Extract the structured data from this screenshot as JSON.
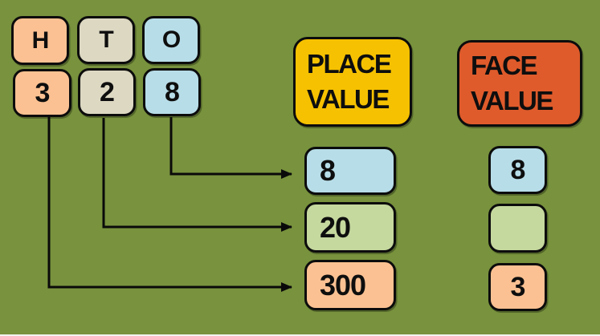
{
  "background_color": "#78923D",
  "digit_grid": {
    "columns": [
      {
        "header": "H",
        "digit": "3",
        "color": "#FBC192"
      },
      {
        "header": "T",
        "digit": "2",
        "color": "#DCD8C2"
      },
      {
        "header": "O",
        "digit": "8",
        "color": "#B7DDE8"
      }
    ]
  },
  "place_value": {
    "header": {
      "line1": "PLACE",
      "line2": "VALUE",
      "color": "#F6C100"
    },
    "boxes": [
      {
        "value": "8",
        "color": "#B7DDE8"
      },
      {
        "value": "20",
        "color": "#C5D89E"
      },
      {
        "value": "300",
        "color": "#FBC192"
      }
    ]
  },
  "face_value": {
    "header": {
      "line1": "FACE",
      "line2": "VALUE",
      "color": "#DF5B2B"
    },
    "boxes": [
      {
        "value": "8",
        "color": "#B7DDE8"
      },
      {
        "value": "",
        "color": "#C5D89E"
      },
      {
        "value": "3",
        "color": "#FBC192"
      }
    ]
  },
  "arrow_color": "#0a0a0a"
}
